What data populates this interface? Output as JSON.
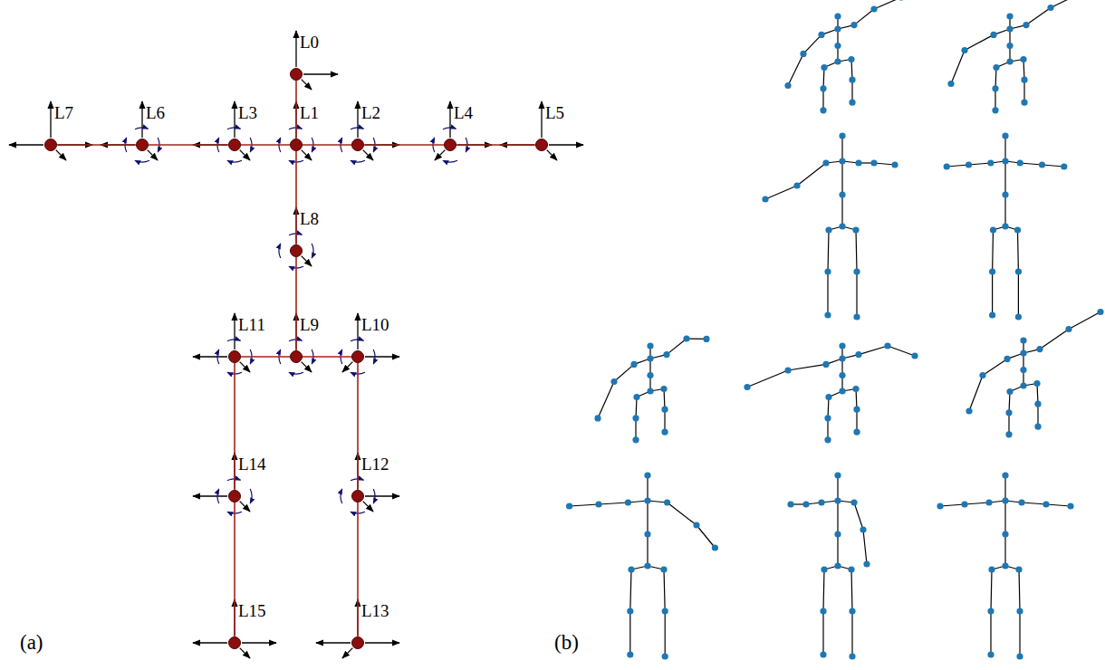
{
  "diagram": {
    "nodes": [
      {
        "text": [
          "L0"
        ]
      },
      {
        "text": [
          "L7"
        ]
      },
      {
        "text": [
          "L6"
        ]
      },
      {
        "text": [
          "L3"
        ]
      },
      {
        "text": [
          "L1"
        ]
      },
      {
        "text": [
          "L2"
        ]
      },
      {
        "text": [
          "L4"
        ]
      },
      {
        "text": [
          "L5"
        ]
      },
      {
        "text": [
          "L8"
        ]
      },
      {
        "text": [
          "L11"
        ]
      },
      {
        "text": [
          "L9"
        ]
      },
      {
        "text": [
          "L10"
        ]
      },
      {
        "text": [
          "L14"
        ]
      },
      {
        "text": [
          "L12"
        ]
      },
      {
        "text": [
          "L15"
        ]
      },
      {
        "text": [
          "L13"
        ]
      }
    ],
    "edges": [
      {
        "from": 0,
        "to": 4,
        "arrow": "none"
      },
      {
        "from": 4,
        "to": 5,
        "arrow": "none"
      },
      {
        "from": 5,
        "to": 6,
        "arrow": "none"
      },
      {
        "from": 6,
        "to": 7,
        "arrow": "none"
      },
      {
        "from": 4,
        "to": 3,
        "arrow": "none"
      },
      {
        "from": 3,
        "to": 2,
        "arrow": "none"
      },
      {
        "from": 2,
        "to": 1,
        "arrow": "none"
      },
      {
        "from": 4,
        "to": 8,
        "arrow": "none"
      },
      {
        "from": 8,
        "to": 10,
        "arrow": "none"
      },
      {
        "from": 10,
        "to": 11,
        "arrow": "none"
      },
      {
        "from": 10,
        "to": 9,
        "arrow": "none"
      },
      {
        "from": 11,
        "to": 13,
        "arrow": "none"
      },
      {
        "from": 13,
        "to": 15,
        "arrow": "none"
      },
      {
        "from": 9,
        "to": 12,
        "arrow": "none"
      },
      {
        "from": 12,
        "to": 14,
        "arrow": "none"
      }
    ],
    "labels": [
      "(a)",
      "(b)"
    ]
  }
}
